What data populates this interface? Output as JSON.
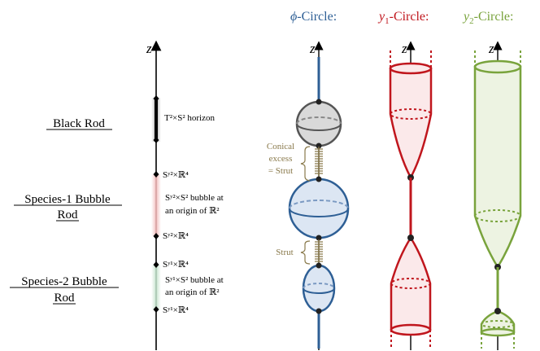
{
  "axis_label": "z",
  "titles": {
    "phi": {
      "symbol": "ϕ",
      "text": "-Circle:",
      "color": "#2e5f95"
    },
    "y1": {
      "symbol": "y",
      "sub": "1",
      "text": "-Circle:",
      "color": "#c0161d"
    },
    "y2": {
      "symbol": "y",
      "sub": "2",
      "text": "-Circle:",
      "color": "#79a33c"
    }
  },
  "rods": {
    "black": {
      "label": "Black Rod"
    },
    "species1": {
      "label_line1": "Species-1 Bubble",
      "label_line2": "Rod"
    },
    "species2": {
      "label_line1": "Species-2 Bubble",
      "label_line2": "Rod"
    }
  },
  "annotations": {
    "black_horizon": {
      "text": "T²×S² horizon"
    },
    "s1_top": {
      "text": "Sʸ²×ℝ⁴"
    },
    "s1_mid_line1": {
      "text": "Sʸ²×S² bubble at"
    },
    "s1_mid_line2": {
      "text": "an origin of ℝ²"
    },
    "s1_bot": {
      "text": "Sʸ²×ℝ⁴"
    },
    "s2_top": {
      "text": "Sʸ¹×ℝ⁴"
    },
    "s2_mid_line1": {
      "text": "Sʸ¹×S² bubble at"
    },
    "s2_mid_line2": {
      "text": "an origin of ℝ²"
    },
    "s2_bot": {
      "text": "Sʸ¹×ℝ⁴"
    },
    "conical_line1": "Conical",
    "conical_line2": "excess",
    "conical_line3": "= Strut",
    "strut": "Strut"
  },
  "colors": {
    "phi": "#2e5f95",
    "phi_fill": "#dce6f3",
    "y1": "#c0161d",
    "y1_fill": "#fbe9ea",
    "y2": "#79a33c",
    "y2_fill": "#edf3e2",
    "gray": "#555555",
    "gray_fill": "#d9d9d9",
    "strut": "#8a7a4c",
    "black_rod_glow": "#aaaaaa",
    "species1_glow": "#f2b7b7",
    "species2_glow": "#bfe0c8"
  }
}
